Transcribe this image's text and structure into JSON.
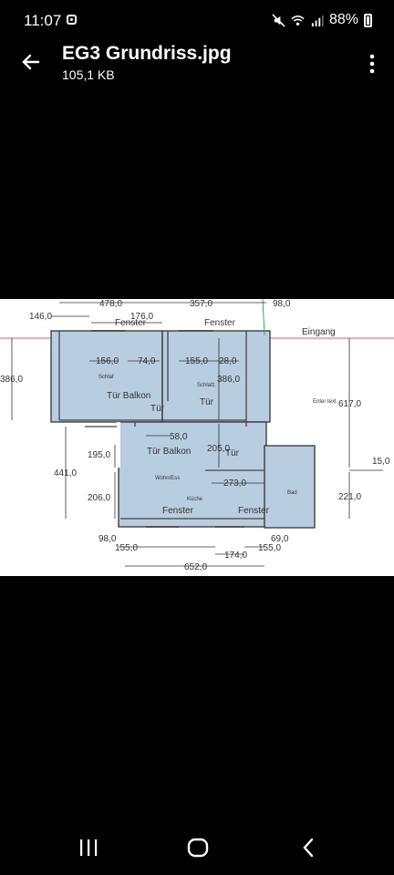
{
  "status": {
    "time": "11:07",
    "battery": "88%"
  },
  "appbar": {
    "title": "EG3 Grundriss.jpg",
    "subtitle": "105,1 KB"
  },
  "plan": {
    "dims": {
      "d478": "478,0",
      "d357": "357,0",
      "d98top": "98,0",
      "d146": "146,0",
      "d176": "176,0",
      "d156": "156,0",
      "d74": "74,0",
      "d155a": "155,0",
      "d28": "28,0",
      "d386a": "386,0",
      "d386b": "386,0",
      "d617": "617,0",
      "d58": "58,0",
      "d205": "205,0",
      "d195": "195,0",
      "d441": "441,0",
      "d206": "206,0",
      "d273": "273,0",
      "d221": "221,0",
      "d15": "15,0",
      "d98b": "98,0",
      "d69": "69,0",
      "d155b": "155,0",
      "d174": "174,0",
      "d155c": "155,0",
      "d652": "652,0"
    },
    "labels": {
      "fenster1": "Fenster",
      "fenster2": "Fenster",
      "fenster3": "Fenster",
      "fenster4": "Fenster",
      "eingang": "Eingang",
      "schlaf1": "Schlaf",
      "schlaf2": "Schlafz.",
      "tuer_balkon1": "Tür Balkon",
      "tuer_balkon2": "Tür Balkon",
      "tuer1": "Tür",
      "tuer2": "Tür",
      "tuer3": "Tür",
      "enter_text": "Enter text",
      "wohn": "Wohn/Ess",
      "kueche": "Küche",
      "bad": "Bad"
    }
  }
}
